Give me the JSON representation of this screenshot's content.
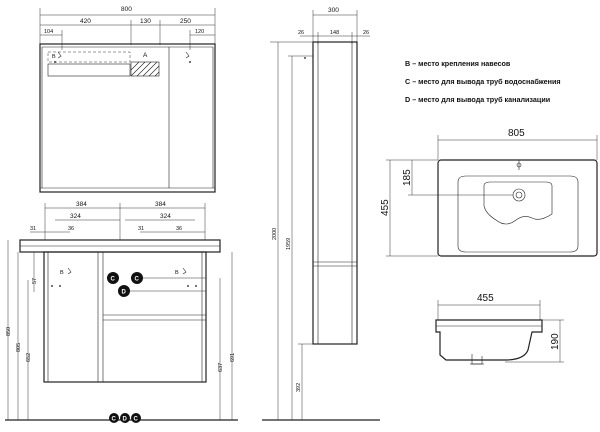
{
  "legend": {
    "b": "B – место крепления навесов",
    "c": "C – место для вывода труб водоснабжения",
    "d": "D – место для вывода труб канализации"
  },
  "mirror": {
    "total": "800",
    "left": "420",
    "mid": "130",
    "right": "250",
    "small_l": "104",
    "small_r": "120",
    "marker_a": "A",
    "marker_b": "B"
  },
  "cabinet": {
    "w_left": "384",
    "w_right": "384",
    "in_left": "324",
    "in_right": "324",
    "m31_l": "31",
    "m36_l": "36",
    "m31_r": "31",
    "m36_r": "36",
    "h57": "57",
    "h805": "805",
    "h850": "850",
    "h652": "652",
    "h637": "637",
    "h691": "691",
    "marker_b": "B",
    "marker_c": "C",
    "marker_d": "D",
    "floor_markers": [
      "C",
      "D",
      "C"
    ]
  },
  "column": {
    "w300": "300",
    "d26_l": "26",
    "d148": "148",
    "d26_r": "26",
    "h2000": "2000",
    "h1959": "1959",
    "h392": "392"
  },
  "basin_top": {
    "w": "805",
    "d": "455",
    "d185": "185"
  },
  "basin_side": {
    "w": "455",
    "h": "190"
  }
}
